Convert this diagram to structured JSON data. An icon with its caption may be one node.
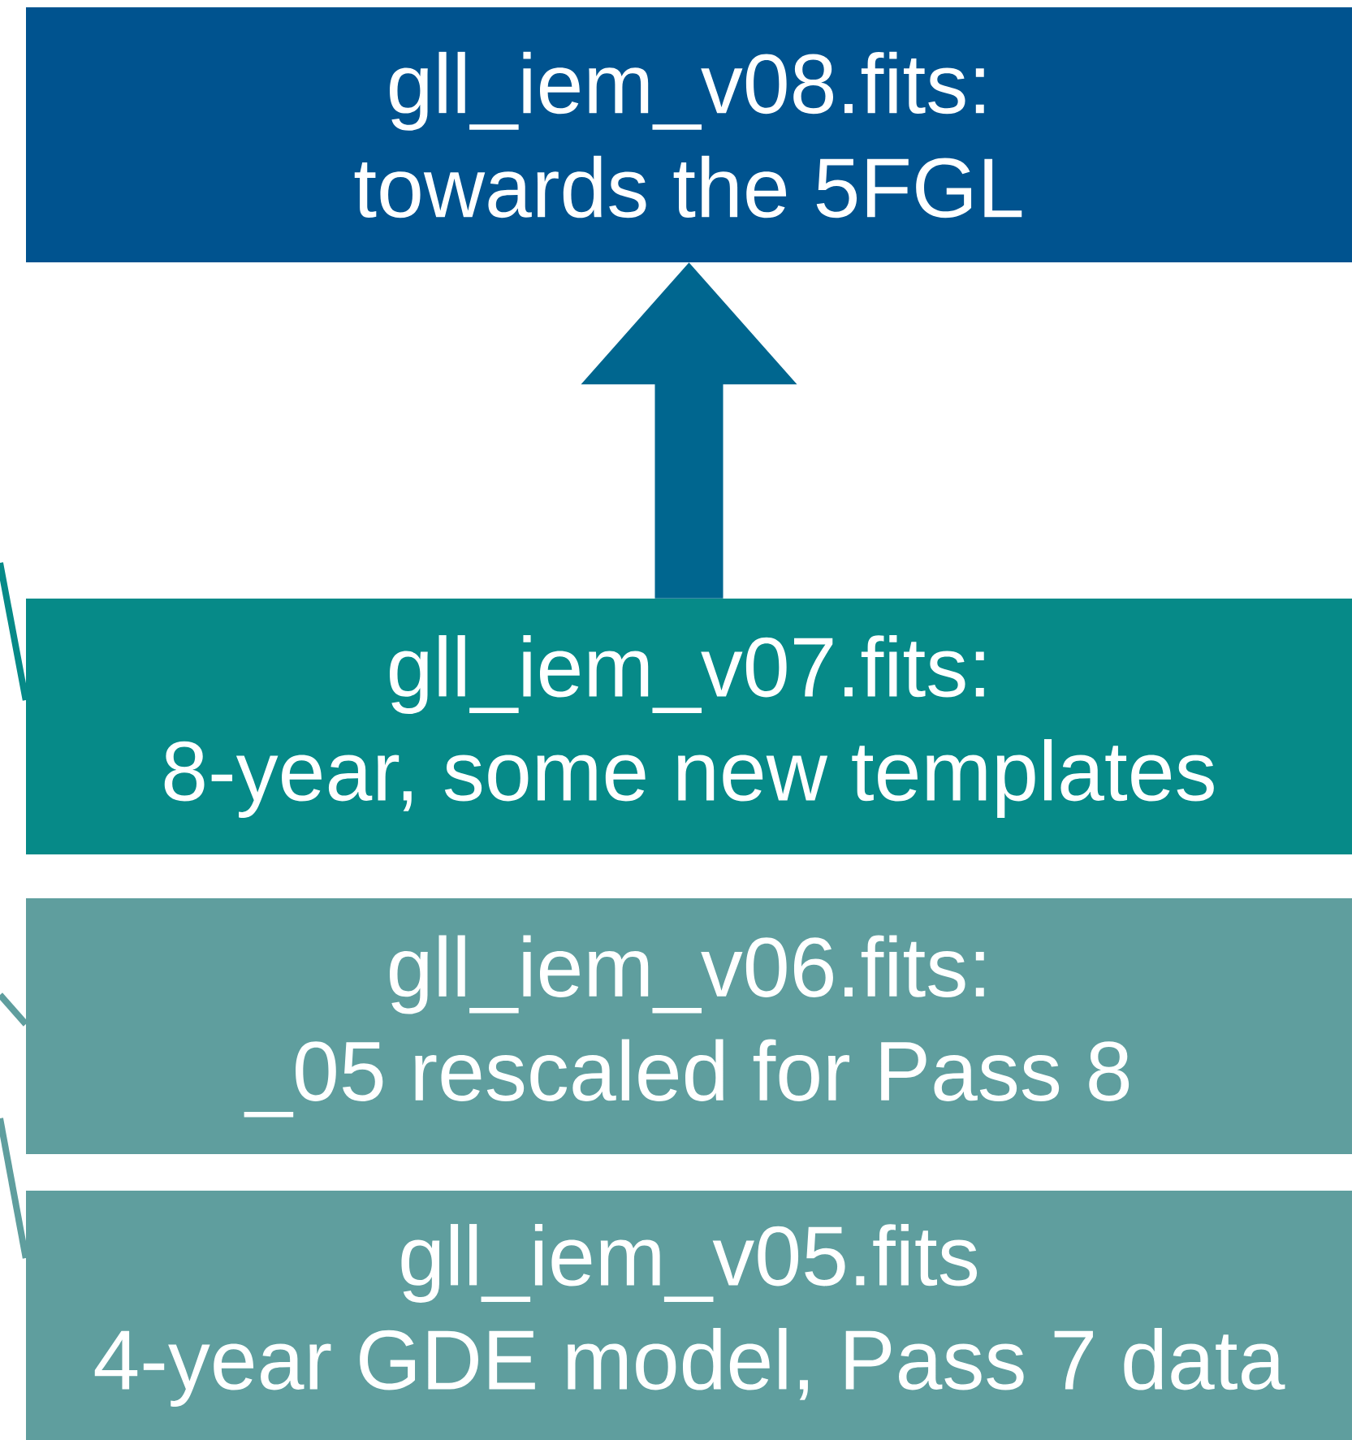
{
  "diagram": {
    "nodes": [
      {
        "text": [
          "gll_iem_v08.fits:",
          "towards the 5FGL"
        ]
      },
      {
        "text": [
          "gll_iem_v07.fits:",
          "8-year, some new templates"
        ]
      },
      {
        "text": [
          "gll_iem_v06.fits:",
          "_05 rescaled for Pass 8"
        ]
      },
      {
        "text": [
          "gll_iem_v05.fits",
          "4-year GDE model, Pass 7 data"
        ]
      }
    ],
    "edges": [
      {
        "from": 1,
        "to": 0,
        "arrow": "to",
        "style": "thick",
        "color": "#00668f"
      },
      {
        "from": null,
        "to": 1,
        "arrow": "none",
        "color": "#068a88"
      },
      {
        "from": null,
        "to": 2,
        "arrow": "none",
        "color": "#5f9e9e"
      },
      {
        "from": null,
        "to": 3,
        "arrow": "none",
        "color": "#5f9e9e"
      }
    ]
  }
}
